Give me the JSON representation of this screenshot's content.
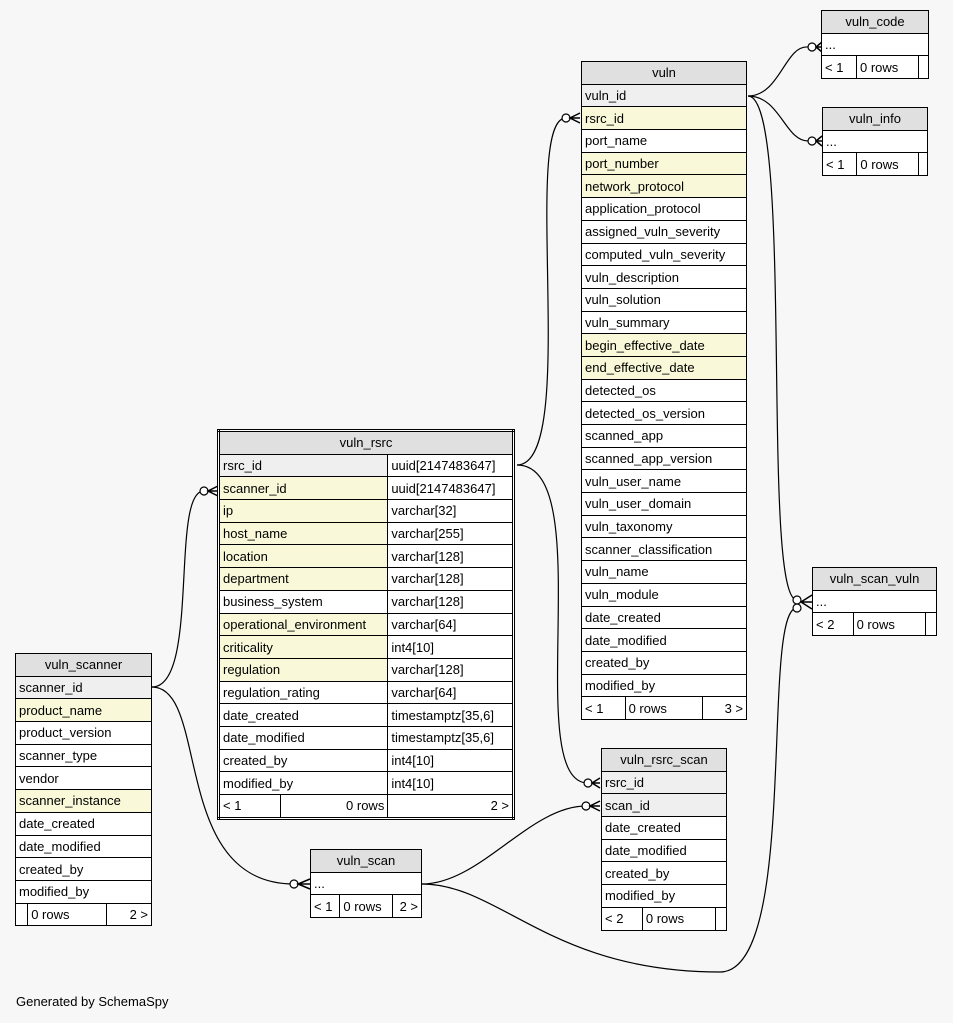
{
  "footer": "Generated by SchemaSpy",
  "tables": {
    "vuln_code": {
      "name": "vuln_code",
      "columns": [
        {
          "name": "..."
        }
      ],
      "footer": [
        "< 1",
        "0 rows",
        ""
      ]
    },
    "vuln_info": {
      "name": "vuln_info",
      "columns": [
        {
          "name": "..."
        }
      ],
      "footer": [
        "< 1",
        "0 rows",
        ""
      ]
    },
    "vuln_scan_vuln": {
      "name": "vuln_scan_vuln",
      "columns": [
        {
          "name": "..."
        }
      ],
      "footer": [
        "< 2",
        "0 rows",
        ""
      ]
    },
    "vuln_scan": {
      "name": "vuln_scan",
      "columns": [
        {
          "name": "..."
        }
      ],
      "footer": [
        "< 1",
        "0 rows",
        "2 >"
      ]
    },
    "vuln": {
      "name": "vuln",
      "columns": [
        {
          "name": "vuln_id",
          "kind": "pk"
        },
        {
          "name": "rsrc_id",
          "kind": "idx"
        },
        {
          "name": "port_name"
        },
        {
          "name": "port_number",
          "kind": "idx"
        },
        {
          "name": "network_protocol",
          "kind": "idx"
        },
        {
          "name": "application_protocol"
        },
        {
          "name": "assigned_vuln_severity"
        },
        {
          "name": "computed_vuln_severity"
        },
        {
          "name": "vuln_description"
        },
        {
          "name": "vuln_solution"
        },
        {
          "name": "vuln_summary"
        },
        {
          "name": "begin_effective_date",
          "kind": "idx"
        },
        {
          "name": "end_effective_date",
          "kind": "idx"
        },
        {
          "name": "detected_os"
        },
        {
          "name": "detected_os_version"
        },
        {
          "name": "scanned_app"
        },
        {
          "name": "scanned_app_version"
        },
        {
          "name": "vuln_user_name"
        },
        {
          "name": "vuln_user_domain"
        },
        {
          "name": "vuln_taxonomy"
        },
        {
          "name": "scanner_classification"
        },
        {
          "name": "vuln_name"
        },
        {
          "name": "vuln_module"
        },
        {
          "name": "date_created"
        },
        {
          "name": "date_modified"
        },
        {
          "name": "created_by"
        },
        {
          "name": "modified_by"
        }
      ],
      "footer": [
        "< 1",
        "0 rows",
        "3 >"
      ]
    },
    "vuln_rsrc": {
      "name": "vuln_rsrc",
      "columns": [
        {
          "name": "rsrc_id",
          "type": "uuid[2147483647]",
          "kind": "pk"
        },
        {
          "name": "scanner_id",
          "type": "uuid[2147483647]",
          "kind": "idx"
        },
        {
          "name": "ip",
          "type": "varchar[32]",
          "kind": "idx"
        },
        {
          "name": "host_name",
          "type": "varchar[255]",
          "kind": "idx"
        },
        {
          "name": "location",
          "type": "varchar[128]",
          "kind": "idx"
        },
        {
          "name": "department",
          "type": "varchar[128]",
          "kind": "idx"
        },
        {
          "name": "business_system",
          "type": "varchar[128]"
        },
        {
          "name": "operational_environment",
          "type": "varchar[64]",
          "kind": "idx"
        },
        {
          "name": "criticality",
          "type": "int4[10]",
          "kind": "idx"
        },
        {
          "name": "regulation",
          "type": "varchar[128]",
          "kind": "idx"
        },
        {
          "name": "regulation_rating",
          "type": "varchar[64]"
        },
        {
          "name": "date_created",
          "type": "timestamptz[35,6]"
        },
        {
          "name": "date_modified",
          "type": "timestamptz[35,6]"
        },
        {
          "name": "created_by",
          "type": "int4[10]"
        },
        {
          "name": "modified_by",
          "type": "int4[10]"
        }
      ],
      "footer": [
        "< 1",
        "0 rows",
        "2 >"
      ]
    },
    "vuln_scanner": {
      "name": "vuln_scanner",
      "columns": [
        {
          "name": "scanner_id",
          "kind": "pk"
        },
        {
          "name": "product_name",
          "kind": "idx"
        },
        {
          "name": "product_version"
        },
        {
          "name": "scanner_type"
        },
        {
          "name": "vendor"
        },
        {
          "name": "scanner_instance",
          "kind": "idx"
        },
        {
          "name": "date_created"
        },
        {
          "name": "date_modified"
        },
        {
          "name": "created_by"
        },
        {
          "name": "modified_by"
        }
      ],
      "footer": [
        "",
        "0 rows",
        "2 >"
      ]
    },
    "vuln_rsrc_scan": {
      "name": "vuln_rsrc_scan",
      "columns": [
        {
          "name": "rsrc_id",
          "kind": "pk"
        },
        {
          "name": "scan_id",
          "kind": "pk"
        },
        {
          "name": "date_created"
        },
        {
          "name": "date_modified"
        },
        {
          "name": "created_by"
        },
        {
          "name": "modified_by"
        }
      ],
      "footer": [
        "< 2",
        "0 rows",
        ""
      ]
    }
  },
  "relationships": [
    {
      "from": "vuln.vuln_id",
      "to": "vuln_code"
    },
    {
      "from": "vuln.vuln_id",
      "to": "vuln_info"
    },
    {
      "from": "vuln.vuln_id",
      "to": "vuln_scan_vuln"
    },
    {
      "from": "vuln_rsrc.rsrc_id",
      "to": "vuln.rsrc_id"
    },
    {
      "from": "vuln_rsrc.rsrc_id",
      "to": "vuln_rsrc_scan.rsrc_id"
    },
    {
      "from": "vuln_scanner.scanner_id",
      "to": "vuln_rsrc.scanner_id"
    },
    {
      "from": "vuln_scanner.scanner_id",
      "to": "vuln_scan"
    },
    {
      "from": "vuln_scan",
      "to": "vuln_rsrc_scan.scan_id"
    },
    {
      "from": "vuln_scan",
      "to": "vuln_scan_vuln"
    }
  ]
}
